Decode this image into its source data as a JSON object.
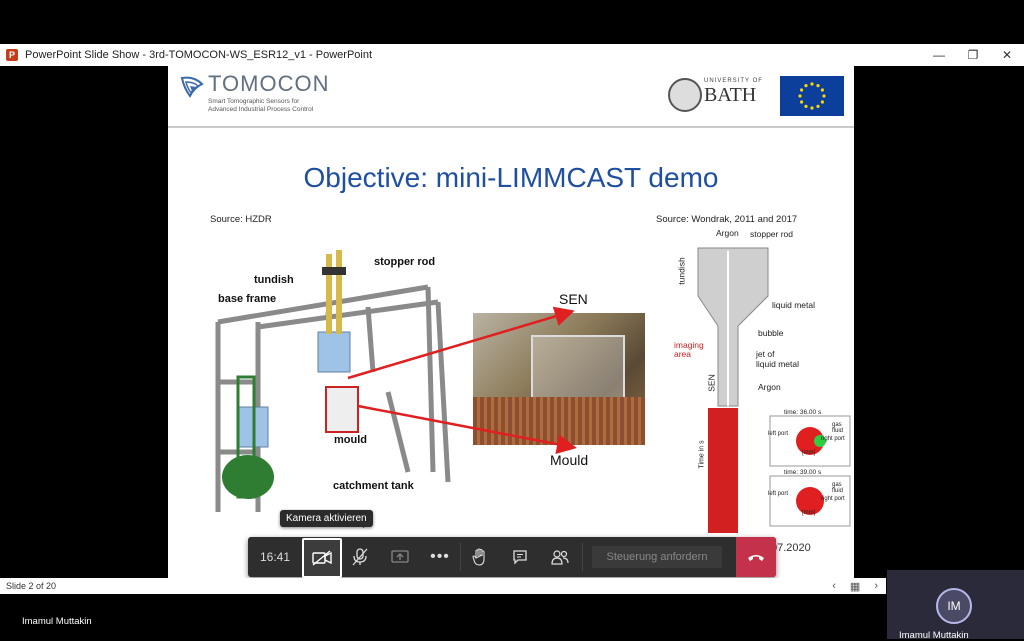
{
  "window": {
    "title": "PowerPoint Slide Show  -  3rd-TOMOCON-WS_ESR12_v1 - PowerPoint",
    "minimize_icon": "minimize-icon",
    "restore_icon": "restore-icon",
    "close_icon": "close-icon"
  },
  "slide": {
    "header": {
      "brand": "TOMOCON",
      "tagline_1": "Smart Tomographic Sensors for",
      "tagline_2": "Advanced Industrial Process Control",
      "bath_small": "UNIVERSITY OF",
      "bath_big": "BATH"
    },
    "title": "Objective: mini-LIMMCAST demo",
    "source_left": "Source: HZDR",
    "source_right": "Source: Wondrak, 2011 and 2017",
    "apparatus_labels": {
      "stopper_rod": "stopper rod",
      "tundish": "tundish",
      "base_frame": "base frame",
      "mould": "mould",
      "catchment_tank": "catchment tank",
      "pump_fragment": "p"
    },
    "photo_labels": {
      "sen": "SEN",
      "mould": "Mould"
    },
    "sen_diagram": {
      "argon_top": "Argon",
      "stopper_rod": "stopper rod",
      "tundish": "tundish",
      "liquid_metal": "liquid metal",
      "bubble": "bubble",
      "imaging_area_1": "imaging",
      "imaging_area_2": "area",
      "jet_1": "jet of",
      "jet_2": "liquid metal",
      "sen": "SEN",
      "argon_bottom": "Argon",
      "time_axis": "Time in s",
      "time_1": "time: 36.00 s",
      "time_2": "time: 39.00 s",
      "gas": "gas",
      "fluid": "fluid",
      "left_port": "left port",
      "right_port": "right port",
      "mm": "[mm]"
    },
    "date_fragment": "07.2020"
  },
  "tooltip": "Kamera aktivieren",
  "controls": {
    "time": "16:41",
    "camera_icon": "camera-off-icon",
    "mic_icon": "mic-off-icon",
    "share_icon": "share-screen-icon",
    "more_icon": "more-icon",
    "hand_icon": "raise-hand-icon",
    "chat_icon": "chat-icon",
    "people_icon": "participants-icon",
    "request_control": "Steuerung anfordern",
    "hangup_icon": "hang-up-icon",
    "hangup_color": "#c4314b"
  },
  "statusbar": {
    "slide_info": "Slide 2 of 20"
  },
  "participant": {
    "name": "Imamul Muttakin",
    "initials": "IM",
    "tile_name": "Imamul Muttakin"
  }
}
